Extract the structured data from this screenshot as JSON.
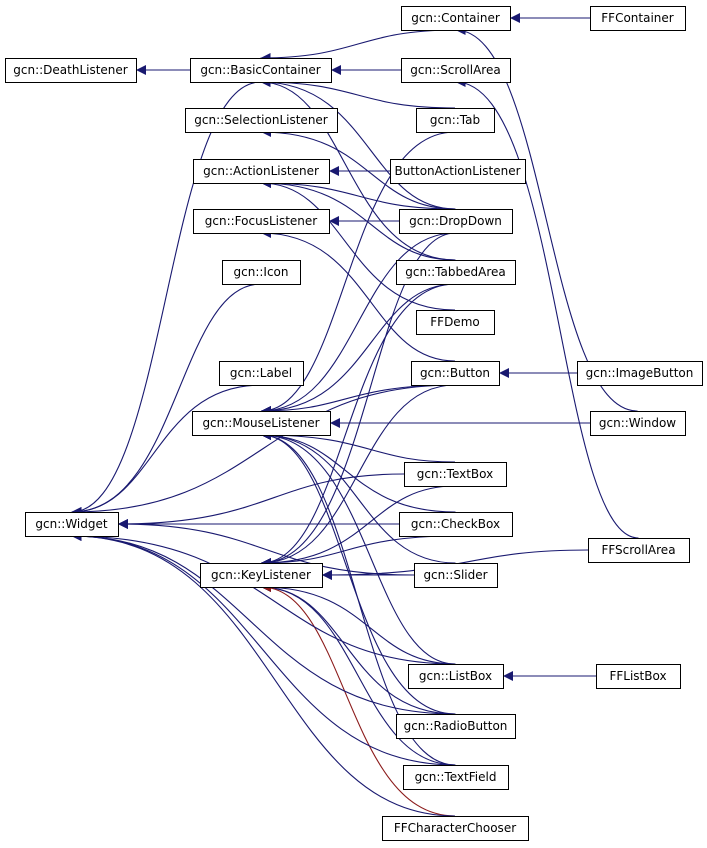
{
  "diagram": {
    "kind": "class-inheritance-graph",
    "colors": {
      "edge": "#191970",
      "edge_private": "#8b1a1a",
      "node_border": "#000000",
      "background": "#ffffff"
    },
    "nodes": [
      {
        "id": "deathlistener",
        "label": "gcn::DeathListener"
      },
      {
        "id": "basiccontainer",
        "label": "gcn::BasicContainer"
      },
      {
        "id": "container",
        "label": "gcn::Container"
      },
      {
        "id": "ffcontainer",
        "label": "FFContainer"
      },
      {
        "id": "scrollarea",
        "label": "gcn::ScrollArea"
      },
      {
        "id": "tab",
        "label": "gcn::Tab"
      },
      {
        "id": "selectionlistener",
        "label": "gcn::SelectionListener"
      },
      {
        "id": "actionlistener",
        "label": "gcn::ActionListener"
      },
      {
        "id": "buttonactionlistener",
        "label": "ButtonActionListener"
      },
      {
        "id": "focuslistener",
        "label": "gcn::FocusListener"
      },
      {
        "id": "dropdown",
        "label": "gcn::DropDown"
      },
      {
        "id": "icon",
        "label": "gcn::Icon"
      },
      {
        "id": "tabbedarea",
        "label": "gcn::TabbedArea"
      },
      {
        "id": "ffdemo",
        "label": "FFDemo"
      },
      {
        "id": "label",
        "label": "gcn::Label"
      },
      {
        "id": "button",
        "label": "gcn::Button"
      },
      {
        "id": "imagebutton",
        "label": "gcn::ImageButton"
      },
      {
        "id": "mouselistener",
        "label": "gcn::MouseListener"
      },
      {
        "id": "window",
        "label": "gcn::Window"
      },
      {
        "id": "textbox",
        "label": "gcn::TextBox"
      },
      {
        "id": "widget",
        "label": "gcn::Widget"
      },
      {
        "id": "checkbox",
        "label": "gcn::CheckBox"
      },
      {
        "id": "ffscrollarea",
        "label": "FFScrollArea"
      },
      {
        "id": "keylistener",
        "label": "gcn::KeyListener"
      },
      {
        "id": "slider",
        "label": "gcn::Slider"
      },
      {
        "id": "listbox",
        "label": "gcn::ListBox"
      },
      {
        "id": "fflistbox",
        "label": "FFListBox"
      },
      {
        "id": "radiobutton",
        "label": "gcn::RadioButton"
      },
      {
        "id": "textfield",
        "label": "gcn::TextField"
      },
      {
        "id": "ffcharacterchooser",
        "label": "FFCharacterChooser"
      }
    ],
    "edges": [
      {
        "from": "basiccontainer",
        "to": "deathlistener"
      },
      {
        "from": "container",
        "to": "basiccontainer"
      },
      {
        "from": "ffcontainer",
        "to": "container"
      },
      {
        "from": "scrollarea",
        "to": "basiccontainer"
      },
      {
        "from": "tab",
        "to": "basiccontainer"
      },
      {
        "from": "dropdown",
        "to": "basiccontainer"
      },
      {
        "from": "tabbedarea",
        "to": "basiccontainer"
      },
      {
        "from": "window",
        "to": "container"
      },
      {
        "from": "ffscrollarea",
        "to": "scrollarea"
      },
      {
        "from": "imagebutton",
        "to": "button"
      },
      {
        "from": "fflistbox",
        "to": "listbox"
      },
      {
        "from": "dropdown",
        "to": "selectionlistener"
      },
      {
        "from": "buttonactionlistener",
        "to": "actionlistener"
      },
      {
        "from": "dropdown",
        "to": "actionlistener"
      },
      {
        "from": "tabbedarea",
        "to": "actionlistener"
      },
      {
        "from": "ffdemo",
        "to": "actionlistener"
      },
      {
        "from": "dropdown",
        "to": "focuslistener"
      },
      {
        "from": "button",
        "to": "focuslistener"
      },
      {
        "from": "tab",
        "to": "mouselistener"
      },
      {
        "from": "dropdown",
        "to": "mouselistener"
      },
      {
        "from": "tabbedarea",
        "to": "mouselistener"
      },
      {
        "from": "button",
        "to": "mouselistener"
      },
      {
        "from": "window",
        "to": "mouselistener"
      },
      {
        "from": "textbox",
        "to": "mouselistener"
      },
      {
        "from": "checkbox",
        "to": "mouselistener"
      },
      {
        "from": "slider",
        "to": "mouselistener"
      },
      {
        "from": "listbox",
        "to": "mouselistener"
      },
      {
        "from": "radiobutton",
        "to": "mouselistener"
      },
      {
        "from": "textfield",
        "to": "mouselistener"
      },
      {
        "from": "dropdown",
        "to": "keylistener"
      },
      {
        "from": "tabbedarea",
        "to": "keylistener"
      },
      {
        "from": "button",
        "to": "keylistener"
      },
      {
        "from": "textbox",
        "to": "keylistener"
      },
      {
        "from": "checkbox",
        "to": "keylistener"
      },
      {
        "from": "slider",
        "to": "keylistener"
      },
      {
        "from": "listbox",
        "to": "keylistener"
      },
      {
        "from": "radiobutton",
        "to": "keylistener"
      },
      {
        "from": "textfield",
        "to": "keylistener"
      },
      {
        "from": "ffscrollarea",
        "to": "keylistener"
      },
      {
        "from": "ffcharacterchooser",
        "to": "keylistener",
        "private": true
      },
      {
        "from": "basiccontainer",
        "to": "widget"
      },
      {
        "from": "icon",
        "to": "widget"
      },
      {
        "from": "label",
        "to": "widget"
      },
      {
        "from": "button",
        "to": "widget"
      },
      {
        "from": "textbox",
        "to": "widget"
      },
      {
        "from": "checkbox",
        "to": "widget"
      },
      {
        "from": "slider",
        "to": "widget"
      },
      {
        "from": "listbox",
        "to": "widget"
      },
      {
        "from": "radiobutton",
        "to": "widget"
      },
      {
        "from": "textfield",
        "to": "widget"
      },
      {
        "from": "ffcharacterchooser",
        "to": "widget"
      }
    ]
  }
}
